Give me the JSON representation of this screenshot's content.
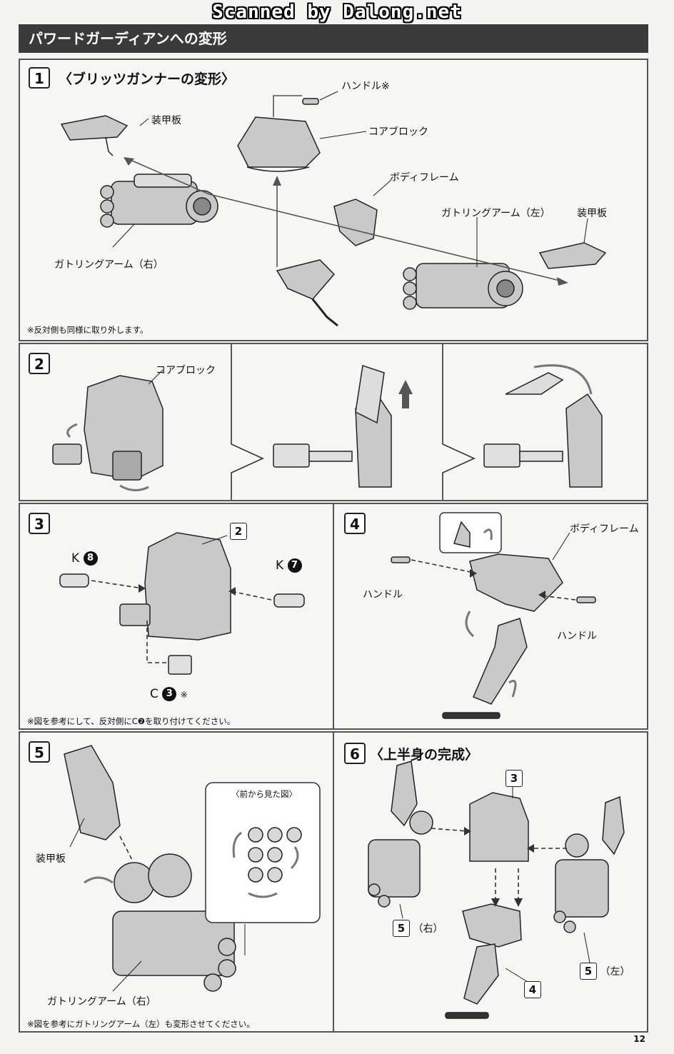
{
  "watermark": "Scanned by Dalong.net",
  "header": {
    "title": "パワードガーディアンへの変形"
  },
  "steps": {
    "s1": {
      "num": "1",
      "title": "〈ブリッツガンナーの変形〉",
      "labels": {
        "handle": "ハンドル※",
        "armor_left": "装甲板",
        "core_block": "コアブロック",
        "body_frame": "ボディフレーム",
        "gatling_left": "ガトリングアーム（左）",
        "armor_right": "装甲板",
        "gatling_right": "ガトリングアーム（右）"
      },
      "note": "※反対側も同様に取り外します。"
    },
    "s2": {
      "num": "2",
      "labels": {
        "core_block": "コアブロック"
      }
    },
    "s3": {
      "num": "3",
      "labels": {
        "ref": "2",
        "k8_letter": "K",
        "k8_num": "8",
        "k7_letter": "K",
        "k7_num": "7",
        "c3_letter": "C",
        "c3_num": "3",
        "c3_mark": "※"
      },
      "note": "※図を参考にして、反対側にC❷を取り付けてください。"
    },
    "s4": {
      "num": "4",
      "labels": {
        "body_frame": "ボディフレーム",
        "handle_left": "ハンドル",
        "handle_right": "ハンドル"
      }
    },
    "s5": {
      "num": "5",
      "labels": {
        "armor": "装甲板",
        "front_view": "〈前から見た図〉",
        "gatling_right": "ガトリングアーム（右）"
      },
      "note": "※図を参考にガトリングアーム（左）も変形させてください。"
    },
    "s6": {
      "num": "6",
      "title": "〈上半身の完成〉",
      "labels": {
        "ref3": "3",
        "ref4": "4",
        "ref5r_num": "5",
        "ref5r_side": "（右）",
        "ref5l_num": "5",
        "ref5l_side": "（左）"
      }
    }
  },
  "page_number": "12"
}
